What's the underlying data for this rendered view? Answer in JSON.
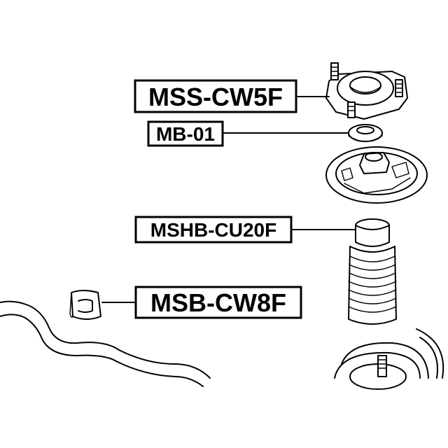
{
  "callouts": {
    "mss": "MSS-CW5F",
    "mb": "MB-01",
    "mshb": "MSHB-CU20F",
    "msb": "MSB-CW8F"
  }
}
